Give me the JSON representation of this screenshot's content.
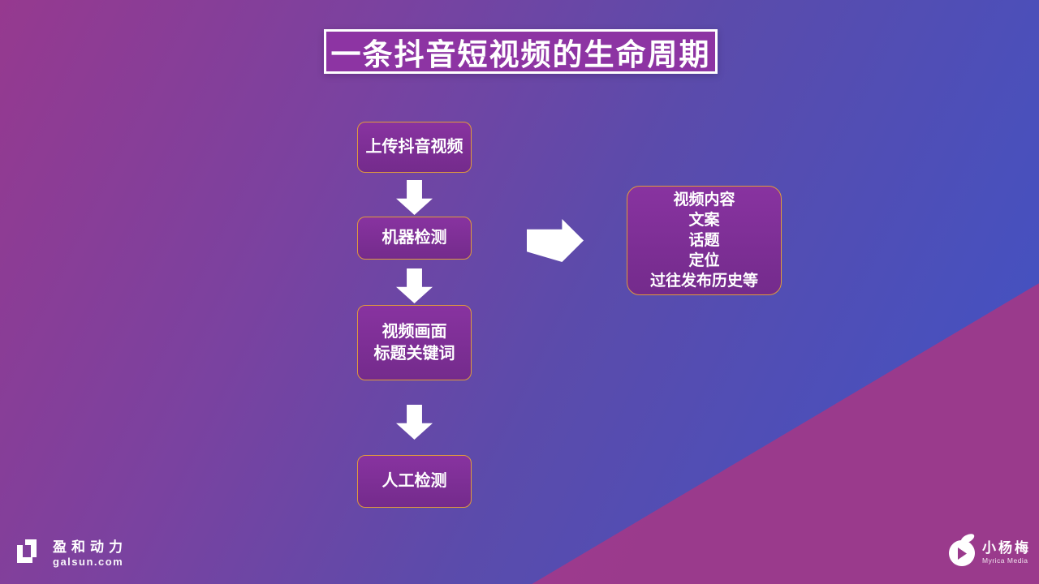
{
  "title": {
    "text": "一条抖音短视频的生命周期"
  },
  "flowchart": {
    "steps": [
      {
        "lines": [
          "上传抖音视频"
        ]
      },
      {
        "lines": [
          "机器检测"
        ]
      },
      {
        "lines": [
          "视频画面",
          "标题关键词"
        ]
      },
      {
        "lines": [
          "人工检测"
        ]
      }
    ],
    "detail": {
      "lines": [
        "视频内容",
        "文案",
        "话题",
        "定位",
        "过往发布历史等"
      ]
    }
  },
  "footer": {
    "left": {
      "brand": "盈和动力",
      "domain": "galsun.com"
    },
    "right": {
      "brand": "小杨梅",
      "subtitle": "Myrica Media"
    }
  },
  "colors": {
    "bg_gradient_start": "#96398f",
    "bg_gradient_end": "#3f53c6",
    "corner_triangle": "#9d3a92",
    "box_fill": "#802f98",
    "box_border": "#e09a3c",
    "title_fill": "#8d34a3",
    "title_border": "#ffffff",
    "text": "#ffffff",
    "arrow": "#ffffff"
  }
}
